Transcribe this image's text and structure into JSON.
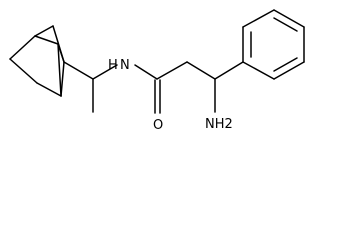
{
  "structure": {
    "atom_labels": {
      "amide_nitrogen": "N",
      "amide_hydrogen": "H",
      "carbonyl_oxygen": "O",
      "amine": "NH2"
    }
  },
  "colors": {
    "bond": "#000000",
    "label": "#000000",
    "background": "#ffffff"
  }
}
